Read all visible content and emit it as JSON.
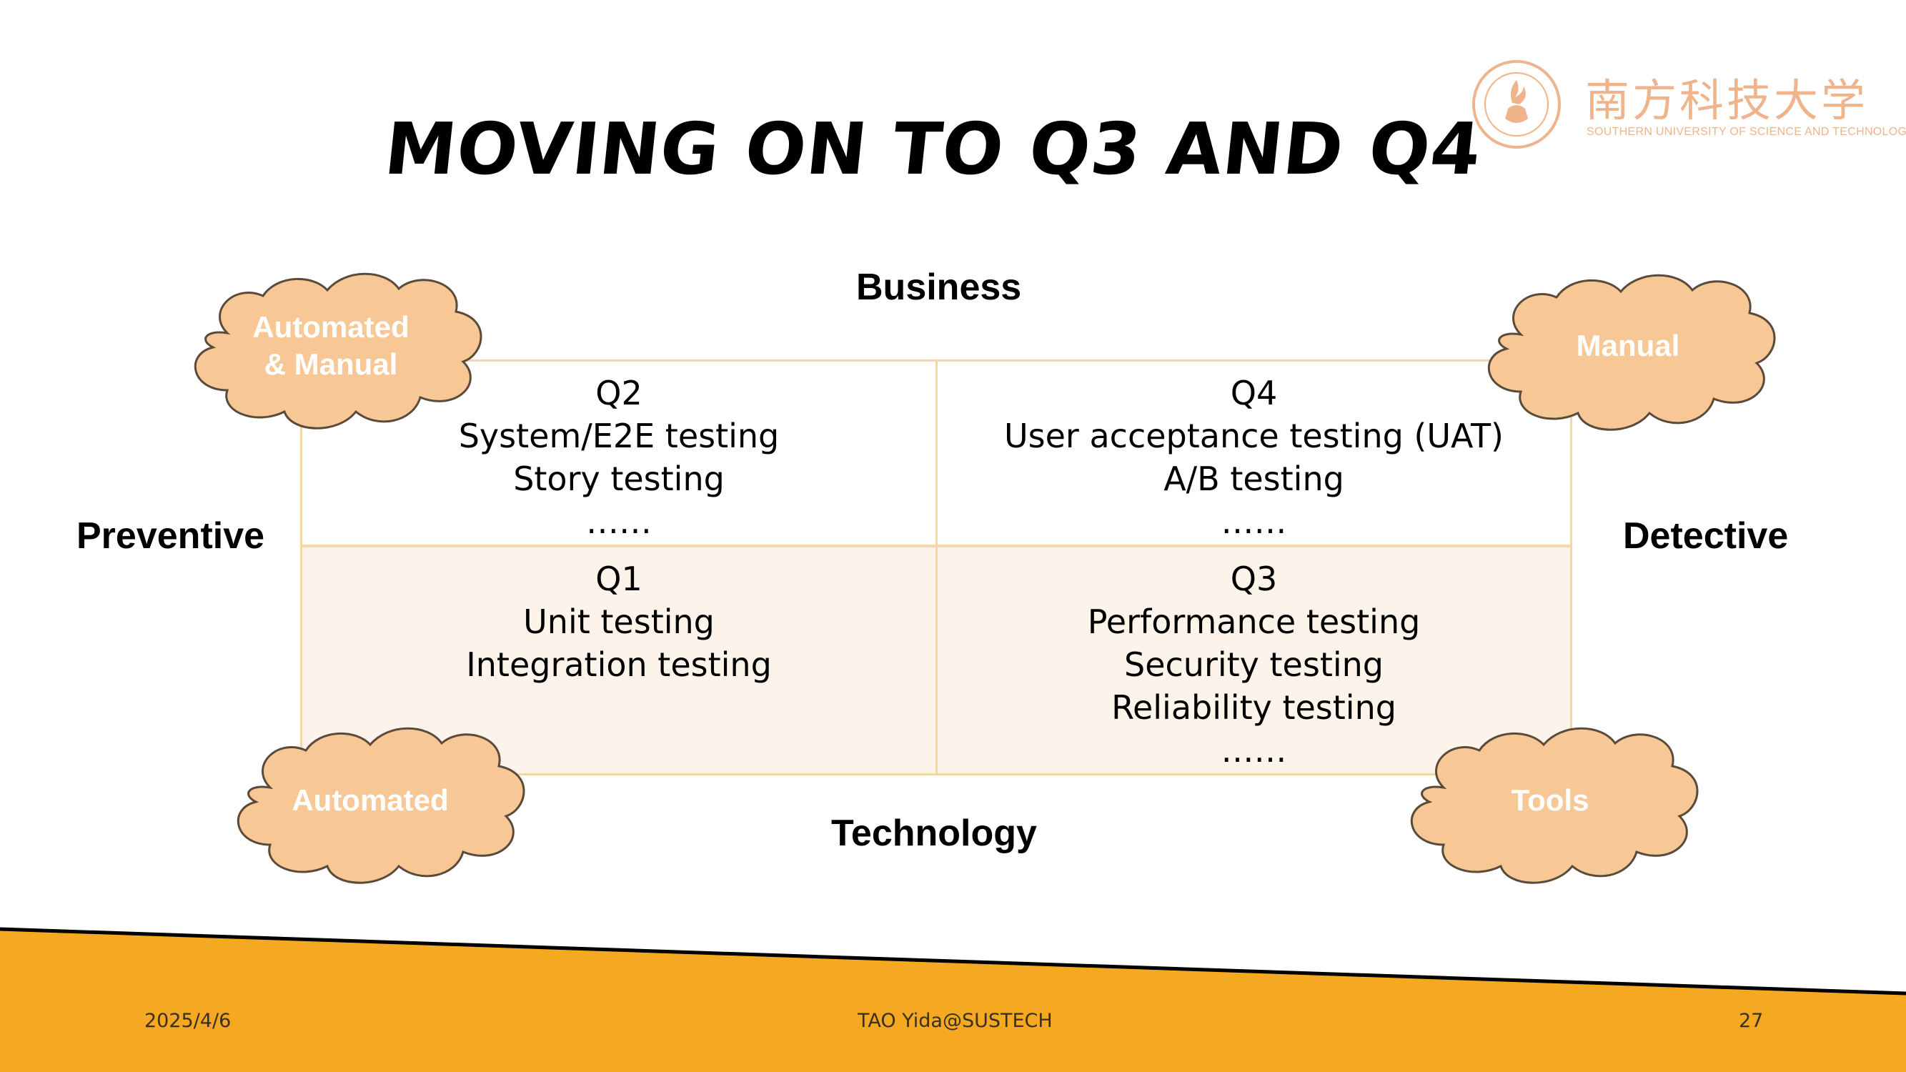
{
  "slide": {
    "title": "MOVING ON TO Q3 AND Q4"
  },
  "logo": {
    "chinese_name": "南方科技大学",
    "english_name": "SOUTHERN UNIVERSITY OF SCIENCE AND TECHNOLOGY"
  },
  "axes": {
    "top": "Business",
    "bottom": "Technology",
    "left": "Preventive",
    "right": "Detective"
  },
  "quadrants": {
    "q2": [
      "Q2",
      "System/E2E testing",
      "Story testing",
      "……"
    ],
    "q4": [
      "Q4",
      "User acceptance testing (UAT)",
      "A/B testing",
      "……"
    ],
    "q1": [
      "Q1",
      "Unit testing",
      "Integration testing"
    ],
    "q3": [
      "Q3",
      "Performance testing",
      "Security testing",
      "Reliability testing",
      "……"
    ]
  },
  "clouds": {
    "top_left": [
      "Automated",
      "& Manual"
    ],
    "top_right": [
      "Manual"
    ],
    "bottom_left": [
      "Automated"
    ],
    "bottom_right": [
      "Tools"
    ]
  },
  "footer": {
    "date": "2025/4/6",
    "author": "TAO Yida@SUSTECH",
    "page": "27"
  },
  "colors": {
    "cloud_fill": "#f7c896",
    "cloud_stroke": "#5a4a3a",
    "grid_border": "#f5d7a8",
    "bottom_row_fill": "#fcf4ea",
    "footer_band": "#f5a922",
    "logo": "#f0b48c"
  }
}
